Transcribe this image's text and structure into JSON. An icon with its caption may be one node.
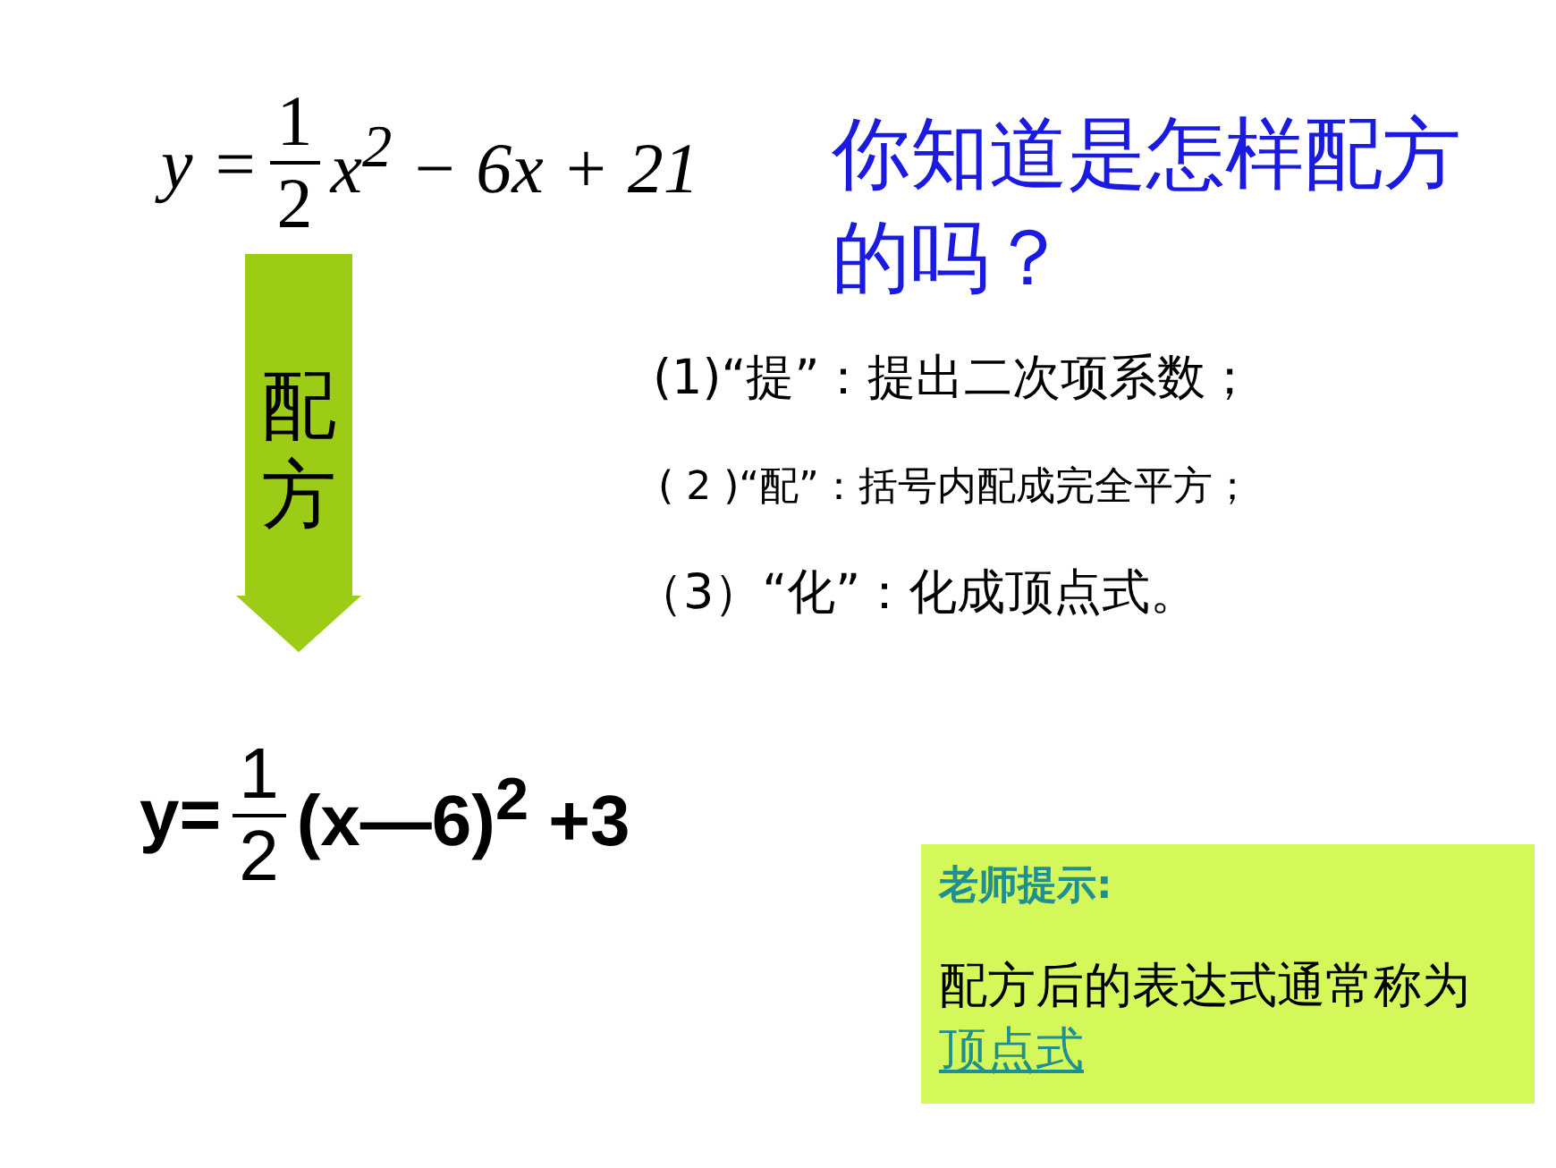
{
  "diagram": {
    "nodes": [
      {
        "text": [
          "y =",
          "1",
          "2",
          "x$^{2}$ − 6x + 21"
        ]
      },
      {
        "text": [
          "y=",
          "1",
          "2",
          "(x—6)$^{2}$ +3"
        ]
      },
      {
        "text": [
          "老师提示:",
          "配方后的表达式通常称为",
          "顶点式"
        ]
      }
    ],
    "edges": [
      {
        "from": 0,
        "to": 1,
        "arrow": "to",
        "label": "配方"
      }
    ],
    "labels": [
      "你知道是怎样配方的吗？",
      "(1)“提”：提出二次项系数；",
      "( 2 )“配”：括号内配成完全平方；",
      "（3）“化”：化成顶点式。"
    ]
  }
}
